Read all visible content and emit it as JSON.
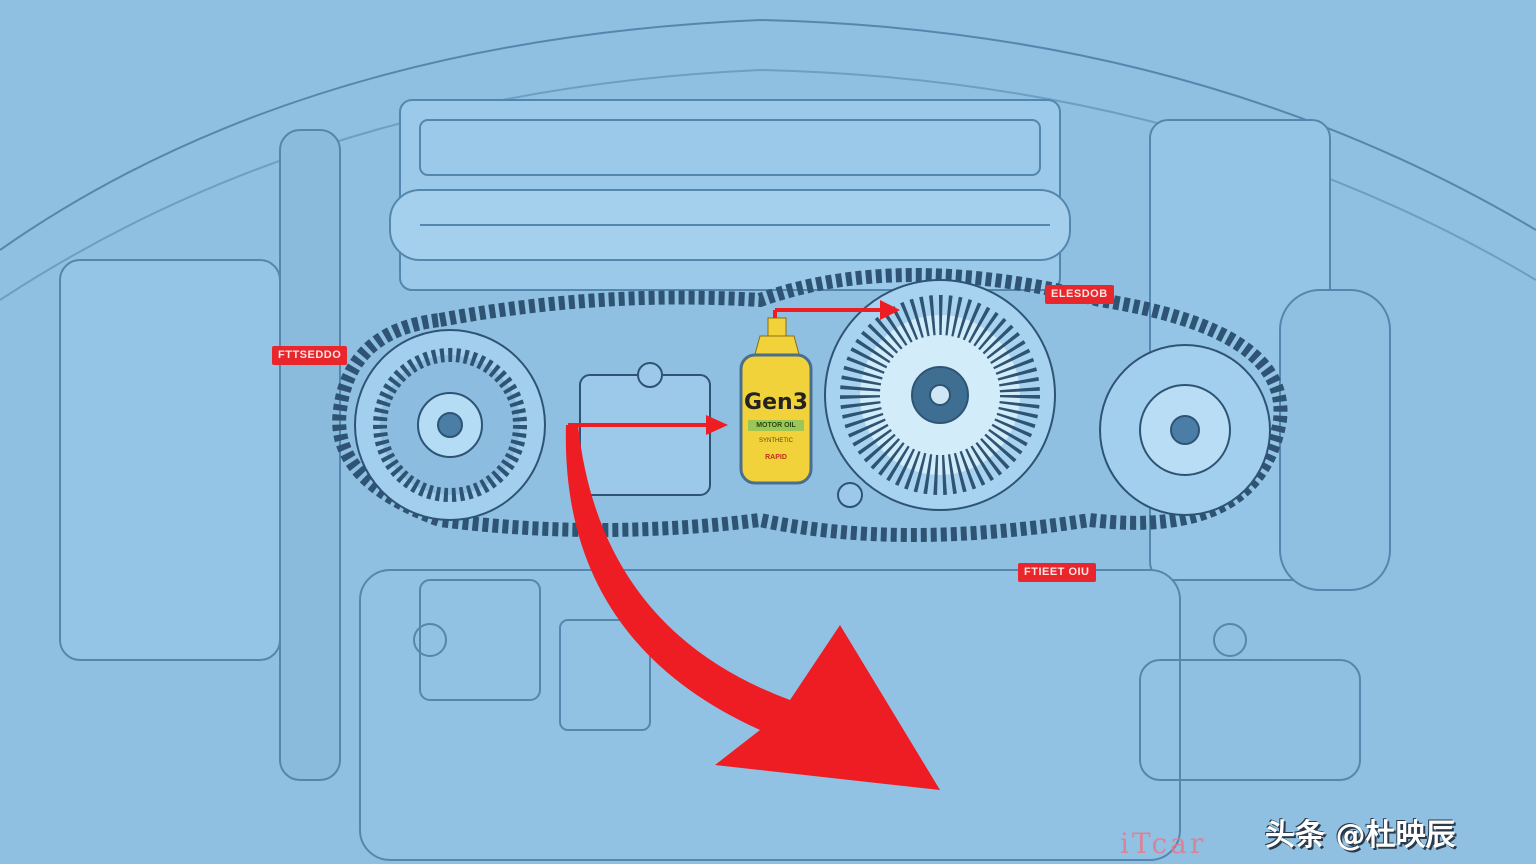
{
  "labels": {
    "top_right": "ELESDOB",
    "left": "FTTSEDDO",
    "bottom_right": "FTIEET OIU"
  },
  "bottle": {
    "brand": "Gen3",
    "subtitle": "MOTOR OIL",
    "line2": "SYNTHETIC",
    "line3": "RAPID"
  },
  "watermark": "头条 @杜映辰",
  "site_mark": "iTcar",
  "colors": {
    "background": "#8fc0e2",
    "line": "#3d6f96",
    "arrow": "#ee1c23",
    "bottle": "#f2d23a"
  }
}
